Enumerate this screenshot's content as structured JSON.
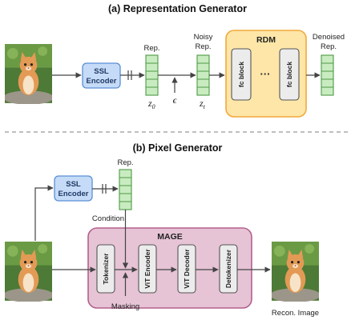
{
  "colors": {
    "ssl_fill": "#c6dbf7",
    "ssl_stroke": "#5a8fd6",
    "rep_fill": "#c8ecc0",
    "rep_stroke": "#4f9a47",
    "rdm_fill": "#fde6a8",
    "rdm_stroke": "#f2a93b",
    "mage_fill": "#e6c3d5",
    "mage_stroke": "#b3608c",
    "block_fill": "#ececec",
    "block_stroke": "#555555",
    "arrow": "#444444",
    "cat_bg": "#4d7a36",
    "cat_fur": "#e39a55",
    "cat_belly": "#f6e3c8",
    "rock": "#9b9689"
  },
  "diagram": {
    "top": {
      "title": "(a) Representation Generator",
      "ssl_encoder": [
        "SSL",
        "Encoder"
      ],
      "rep_label": "Rep.",
      "noisy_label": [
        "Noisy",
        "Rep."
      ],
      "z0": "z",
      "z0_sub": "0",
      "epsilon": "ϵ",
      "zt": "z",
      "zt_sub": "t",
      "rdm_label": "RDM",
      "fc_block": "fc block",
      "ellipsis": "···",
      "denoised_label": [
        "Denoised",
        "Rep."
      ]
    },
    "bottom": {
      "title": "(b) Pixel Generator",
      "ssl_encoder": [
        "SSL",
        "Encoder"
      ],
      "rep_label": "Rep.",
      "condition_label": "Condition",
      "mage_label": "MAGE",
      "blocks": [
        "Tokenizer",
        "ViT Encoder",
        "ViT Decoder",
        "Detokenizer"
      ],
      "masking_label": "Masking",
      "recon_label": "Recon. Image"
    }
  }
}
